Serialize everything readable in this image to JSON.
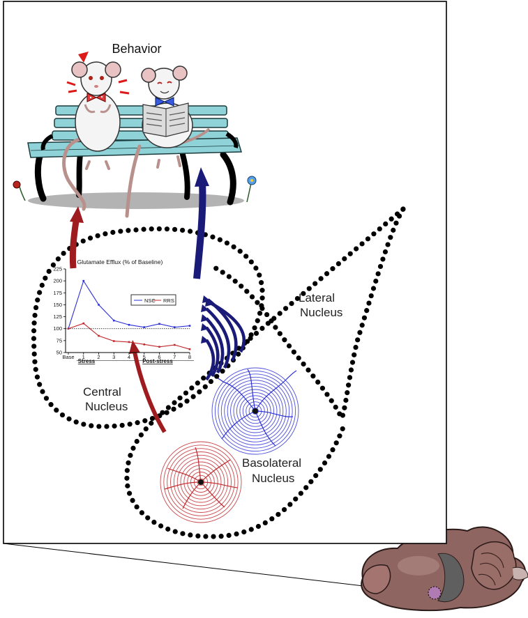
{
  "figure": {
    "title": "Behavior",
    "regions": {
      "lateral": [
        "Lateral",
        "Nucleus"
      ],
      "central": [
        "Central",
        "Nucleus"
      ],
      "basolateral": [
        "Basolateral",
        "Nucleus"
      ]
    }
  },
  "colors": {
    "rrs": "#c0282d",
    "nsc": "#2b2fd6",
    "arrow_red": "#9e1b1f",
    "arrow_blue": "#1a1a78",
    "bench": "#8fd3d8",
    "dots": "#000000"
  },
  "icons": [
    "rat-rrs-icon",
    "rat-nsc-icon",
    "bench-icon",
    "newspaper-icon",
    "flower-red-icon",
    "flower-blue-icon",
    "neuron-icon",
    "brain-icon"
  ],
  "chart_data": {
    "type": "line",
    "title": "Glutamate Efflux (% of Baseline)",
    "categories": [
      "Base",
      "1",
      "2",
      "3",
      "4",
      "5",
      "6",
      "7",
      "8"
    ],
    "phase_labels": [
      "Stress",
      "Post-stress"
    ],
    "series": [
      {
        "name": "NSC",
        "color": "#2b2fd6",
        "values": [
          100,
          200,
          150,
          117,
          108,
          103,
          110,
          103,
          106
        ]
      },
      {
        "name": "RRS",
        "color": "#c0282d",
        "values": [
          100,
          111,
          85,
          74,
          72,
          67,
          62,
          66,
          57
        ]
      }
    ],
    "ylim": [
      50,
      225
    ],
    "yticks": [
      "50",
      "75",
      "100",
      "125",
      "150",
      "175",
      "200",
      "225"
    ],
    "reference_line": 100,
    "legend": "top-right"
  }
}
